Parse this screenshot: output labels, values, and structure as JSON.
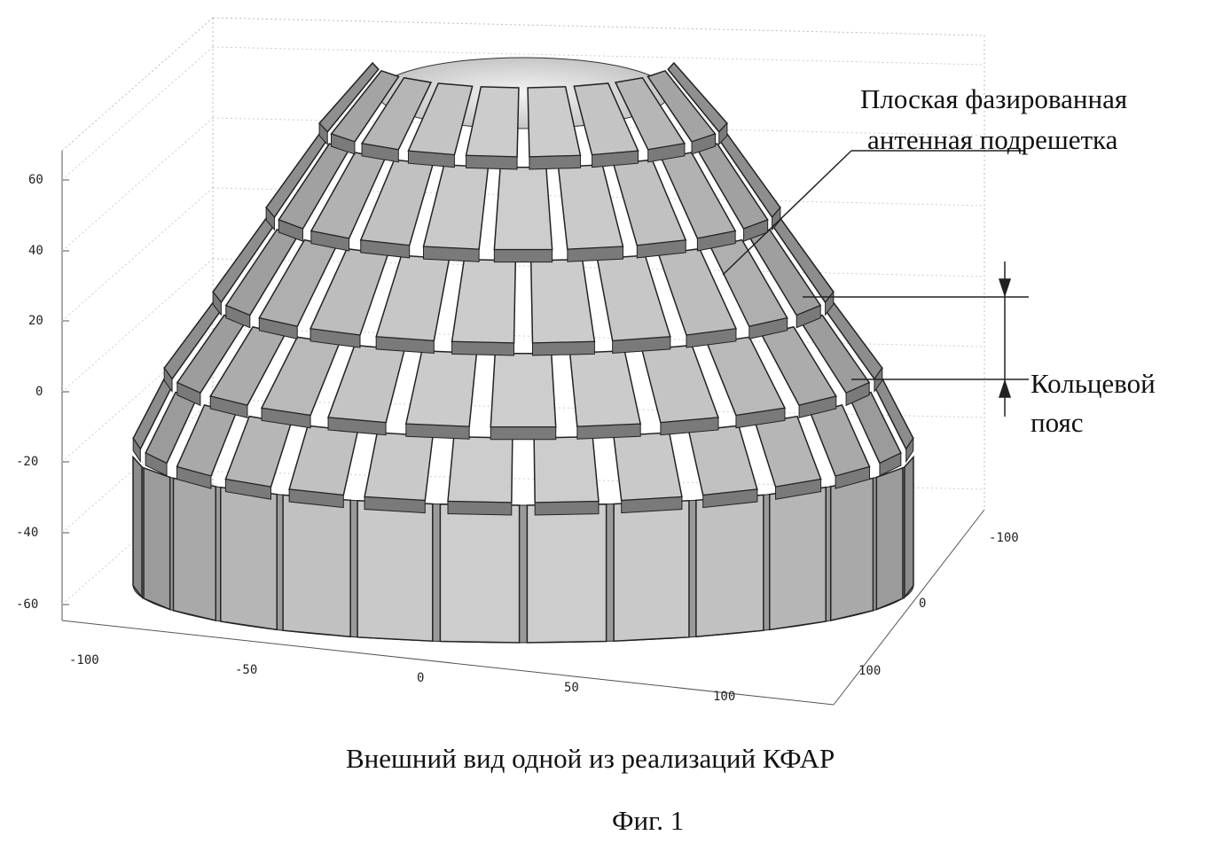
{
  "figure": {
    "caption": "Внешний вид одной из реализаций КФАР",
    "figure_label": "Фиг. 1"
  },
  "annotations": {
    "subarray_line1": "Плоская фазированная",
    "subarray_line2": "антенная подрешетка",
    "belt_line1": "Кольцевой",
    "belt_line2": "пояс"
  },
  "axes": {
    "z_ticks": [
      "60",
      "40",
      "20",
      "0",
      "-20",
      "-40",
      "-60"
    ],
    "x_ticks": [
      "-100",
      "-50",
      "0",
      "50",
      "100"
    ],
    "y_ticks": [
      "-100",
      "0",
      "100"
    ]
  }
}
